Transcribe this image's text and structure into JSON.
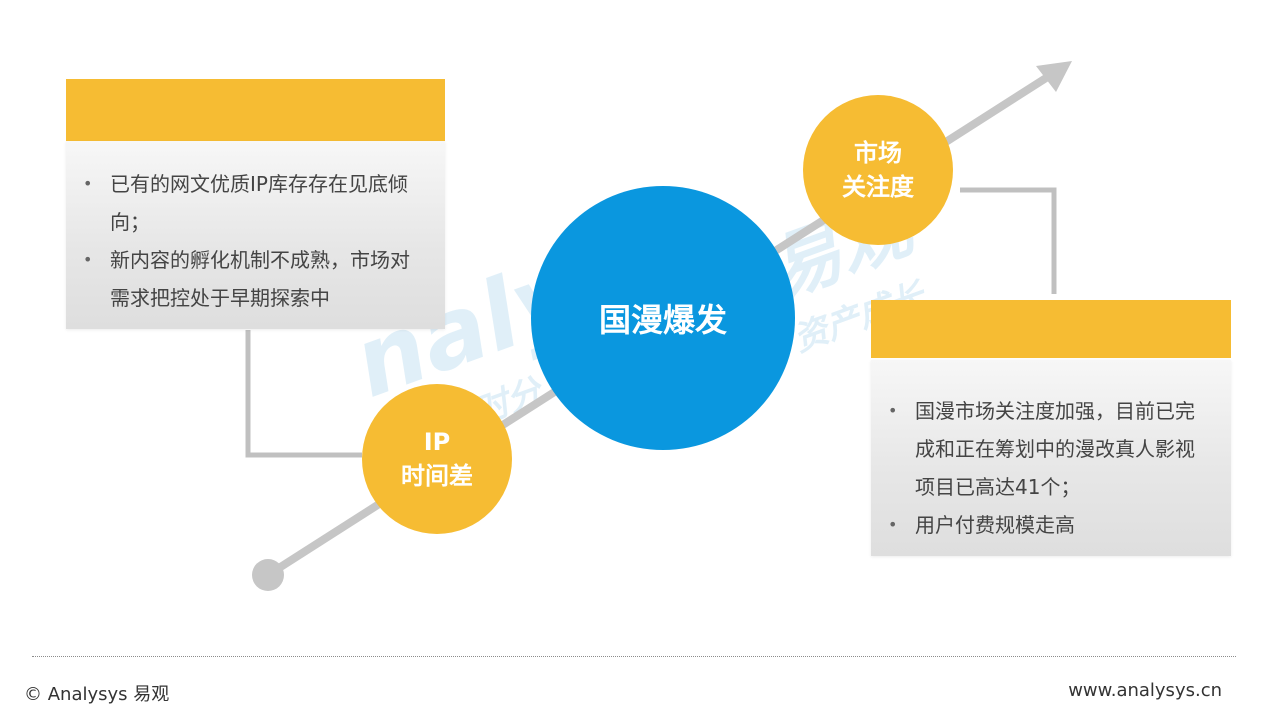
{
  "watermark": {
    "logo_text": "nalys",
    "brand_cn": "易观",
    "slogan_left": "实时分",
    "slogan_right": "资产成长"
  },
  "diagram": {
    "center": {
      "label": "国漫爆发"
    },
    "node_ip": {
      "line1": "IP",
      "line2": "时间差"
    },
    "node_market": {
      "line1": "市场",
      "line2": "关注度"
    },
    "panel_left": {
      "bullets": [
        "已有的网文优质IP库存存在见底倾向；",
        "新内容的孵化机制不成熟，市场对需求把控处于早期探索中"
      ]
    },
    "panel_right": {
      "bullets": [
        "国漫市场关注度加强，目前已完成和正在筹划中的漫改真人影视项目已高达41个；",
        "用户付费规模走高"
      ]
    },
    "colors": {
      "accent_yellow": "#f6bc33",
      "center_blue": "#0a97df",
      "arrow_gray": "#c6c6c6",
      "connector_gray": "#c0c0c0"
    }
  },
  "footer": {
    "copyright": "© Analysys 易观",
    "website": "www.analysys.cn"
  }
}
